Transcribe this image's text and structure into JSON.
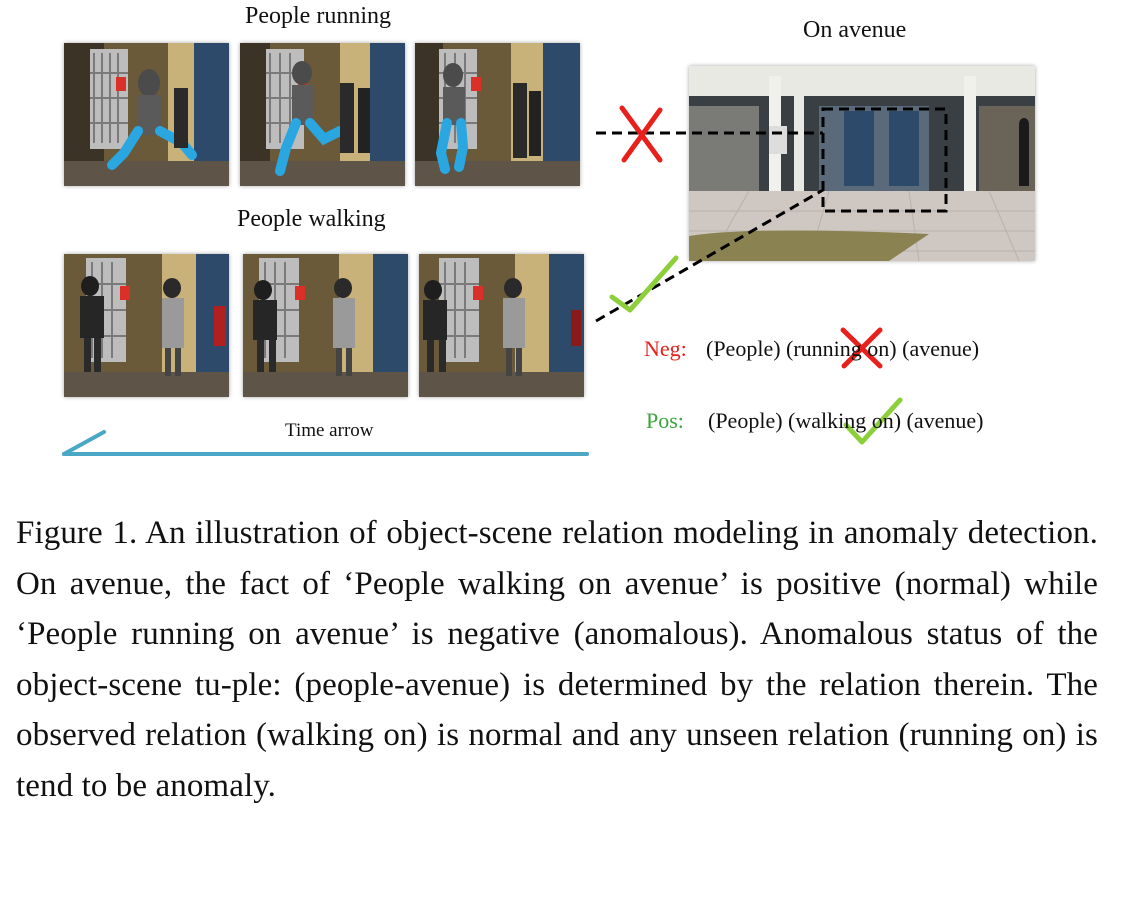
{
  "figure": {
    "running_label": "People running",
    "walking_label": "People walking",
    "scene_label": "On avenue",
    "time_arrow_label": "Time arrow",
    "neg_tag": "Neg:",
    "neg_tuple": "(People) (running on) (avenue)",
    "pos_tag": "Pos:",
    "pos_tuple": "(People) (walking on) (avenue)",
    "colors": {
      "neg": "#e8201c",
      "pos": "#3aa43a",
      "check": "#8ccf3a",
      "cross": "#e8201c",
      "arrow": "#4aa7c6"
    },
    "icons": [
      "cross-mark-icon",
      "check-mark-icon"
    ]
  },
  "caption": {
    "text": "Figure 1.  An illustration of object-scene relation modeling in anomaly detection.  On avenue, the fact of ‘People walking on avenue’ is positive (normal) while ‘People running on avenue’ is negative (anomalous).  Anomalous status of the object-scene tu-ple: (people-avenue) is determined by the relation therein.  The observed relation (walking on) is normal and any unseen relation (running on) is tend to be anomaly."
  }
}
